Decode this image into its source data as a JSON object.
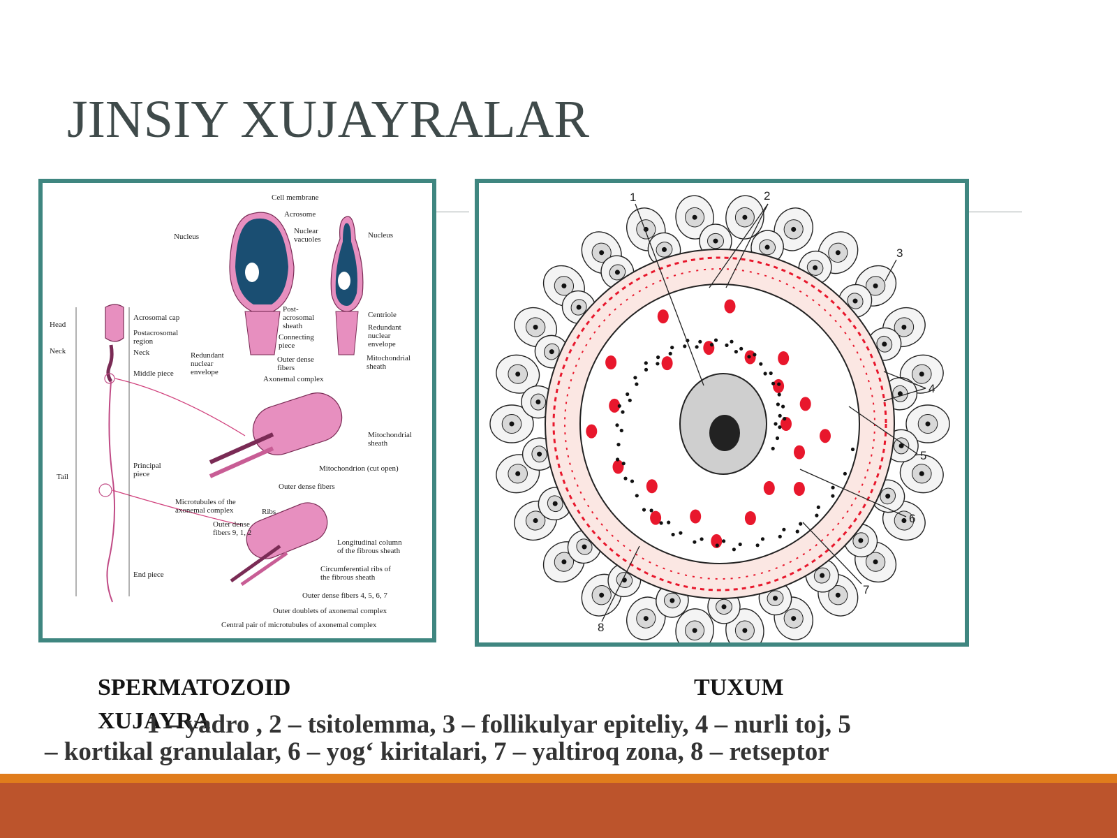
{
  "slide": {
    "title": "JINSIY XUJAYRALAR",
    "captions": {
      "sperm": "SPERMATOZOID",
      "sperm_line2": "XUJAYRA",
      "egg": "TUXUM"
    },
    "legend": {
      "line1": "1 – yadro , 2 – tsitolemma, 3 – follikulyar epiteliy, 4  – nurli toj, 5",
      "line2": "– kortikal granulalar, 6 – yog‘ kiritalari, 7 – yaltiroq zona, 8 – retseptor"
    },
    "colors": {
      "title": "#3f4a4a",
      "frame": "#3f8680",
      "bar_orange": "#e07c1c",
      "bar_rust": "#bc542c",
      "sperm_pink": "#e78fbf",
      "nucleus_blue": "#1a4e72",
      "granule_red": "#e8172c"
    }
  },
  "sperm_figure": {
    "labels": {
      "cell_membrane": "Cell membrane",
      "acrosome": "Acrosome",
      "nucleus_left": "Nucleus",
      "nuclear_vacuoles_1": "Nuclear",
      "nuclear_vacuoles_2": "vacuoles",
      "nucleus_right": "Nucleus",
      "head": "Head",
      "neck_side": "Neck",
      "tail": "Tail",
      "acrosomal_cap": "Acrosomal cap",
      "postacrosomal_1": "Postacrosomal",
      "postacrosomal_2": "region",
      "neck": "Neck",
      "middle_piece": "Middle piece",
      "principal_1": "Principal",
      "principal_2": "piece",
      "end_piece": "End piece",
      "post_acro_1": "Post-",
      "post_acro_2": "acrosomal",
      "post_acro_3": "sheath",
      "connecting_1": "Connecting",
      "connecting_2": "piece",
      "centriole": "Centriole",
      "redundant_r1": "Redundant",
      "redundant_r2": "nuclear",
      "redundant_r3": "envelope",
      "redundant_l1": "Redundant",
      "redundant_l2": "nuclear",
      "redundant_l3": "envelope",
      "outer_dense_1": "Outer dense",
      "outer_dense_2": "fibers",
      "mito_sheath_1": "Mitochondrial",
      "mito_sheath_2": "sheath",
      "axonemal": "Axonemal complex",
      "mito_sheath_b1": "Mitochondrial",
      "mito_sheath_b2": "sheath",
      "mitochondrion": "Mitochondrion (cut open)",
      "outer_dense_fibers": "Outer dense fibers",
      "microtubules_1": "Microtubules of the",
      "microtubules_2": "axonemal complex",
      "ribs": "Ribs",
      "od_fibers_1": "Outer dense",
      "od_fibers_2": "fibers 9, 1, 2",
      "longitudinal_1": "Longitudinal column",
      "longitudinal_2": "of the fibrous sheath",
      "circumferential_1": "Circumferential ribs of",
      "circumferential_2": "the fibrous sheath",
      "od_fibers_4567": "Outer dense fibers 4, 5, 6, 7",
      "outer_doublets": "Outer doublets of axonemal complex",
      "central_pair": "Central pair of microtubules of axonemal complex"
    }
  },
  "egg_figure": {
    "numbers": [
      "1",
      "2",
      "3",
      "4",
      "5",
      "6",
      "7",
      "8"
    ]
  }
}
